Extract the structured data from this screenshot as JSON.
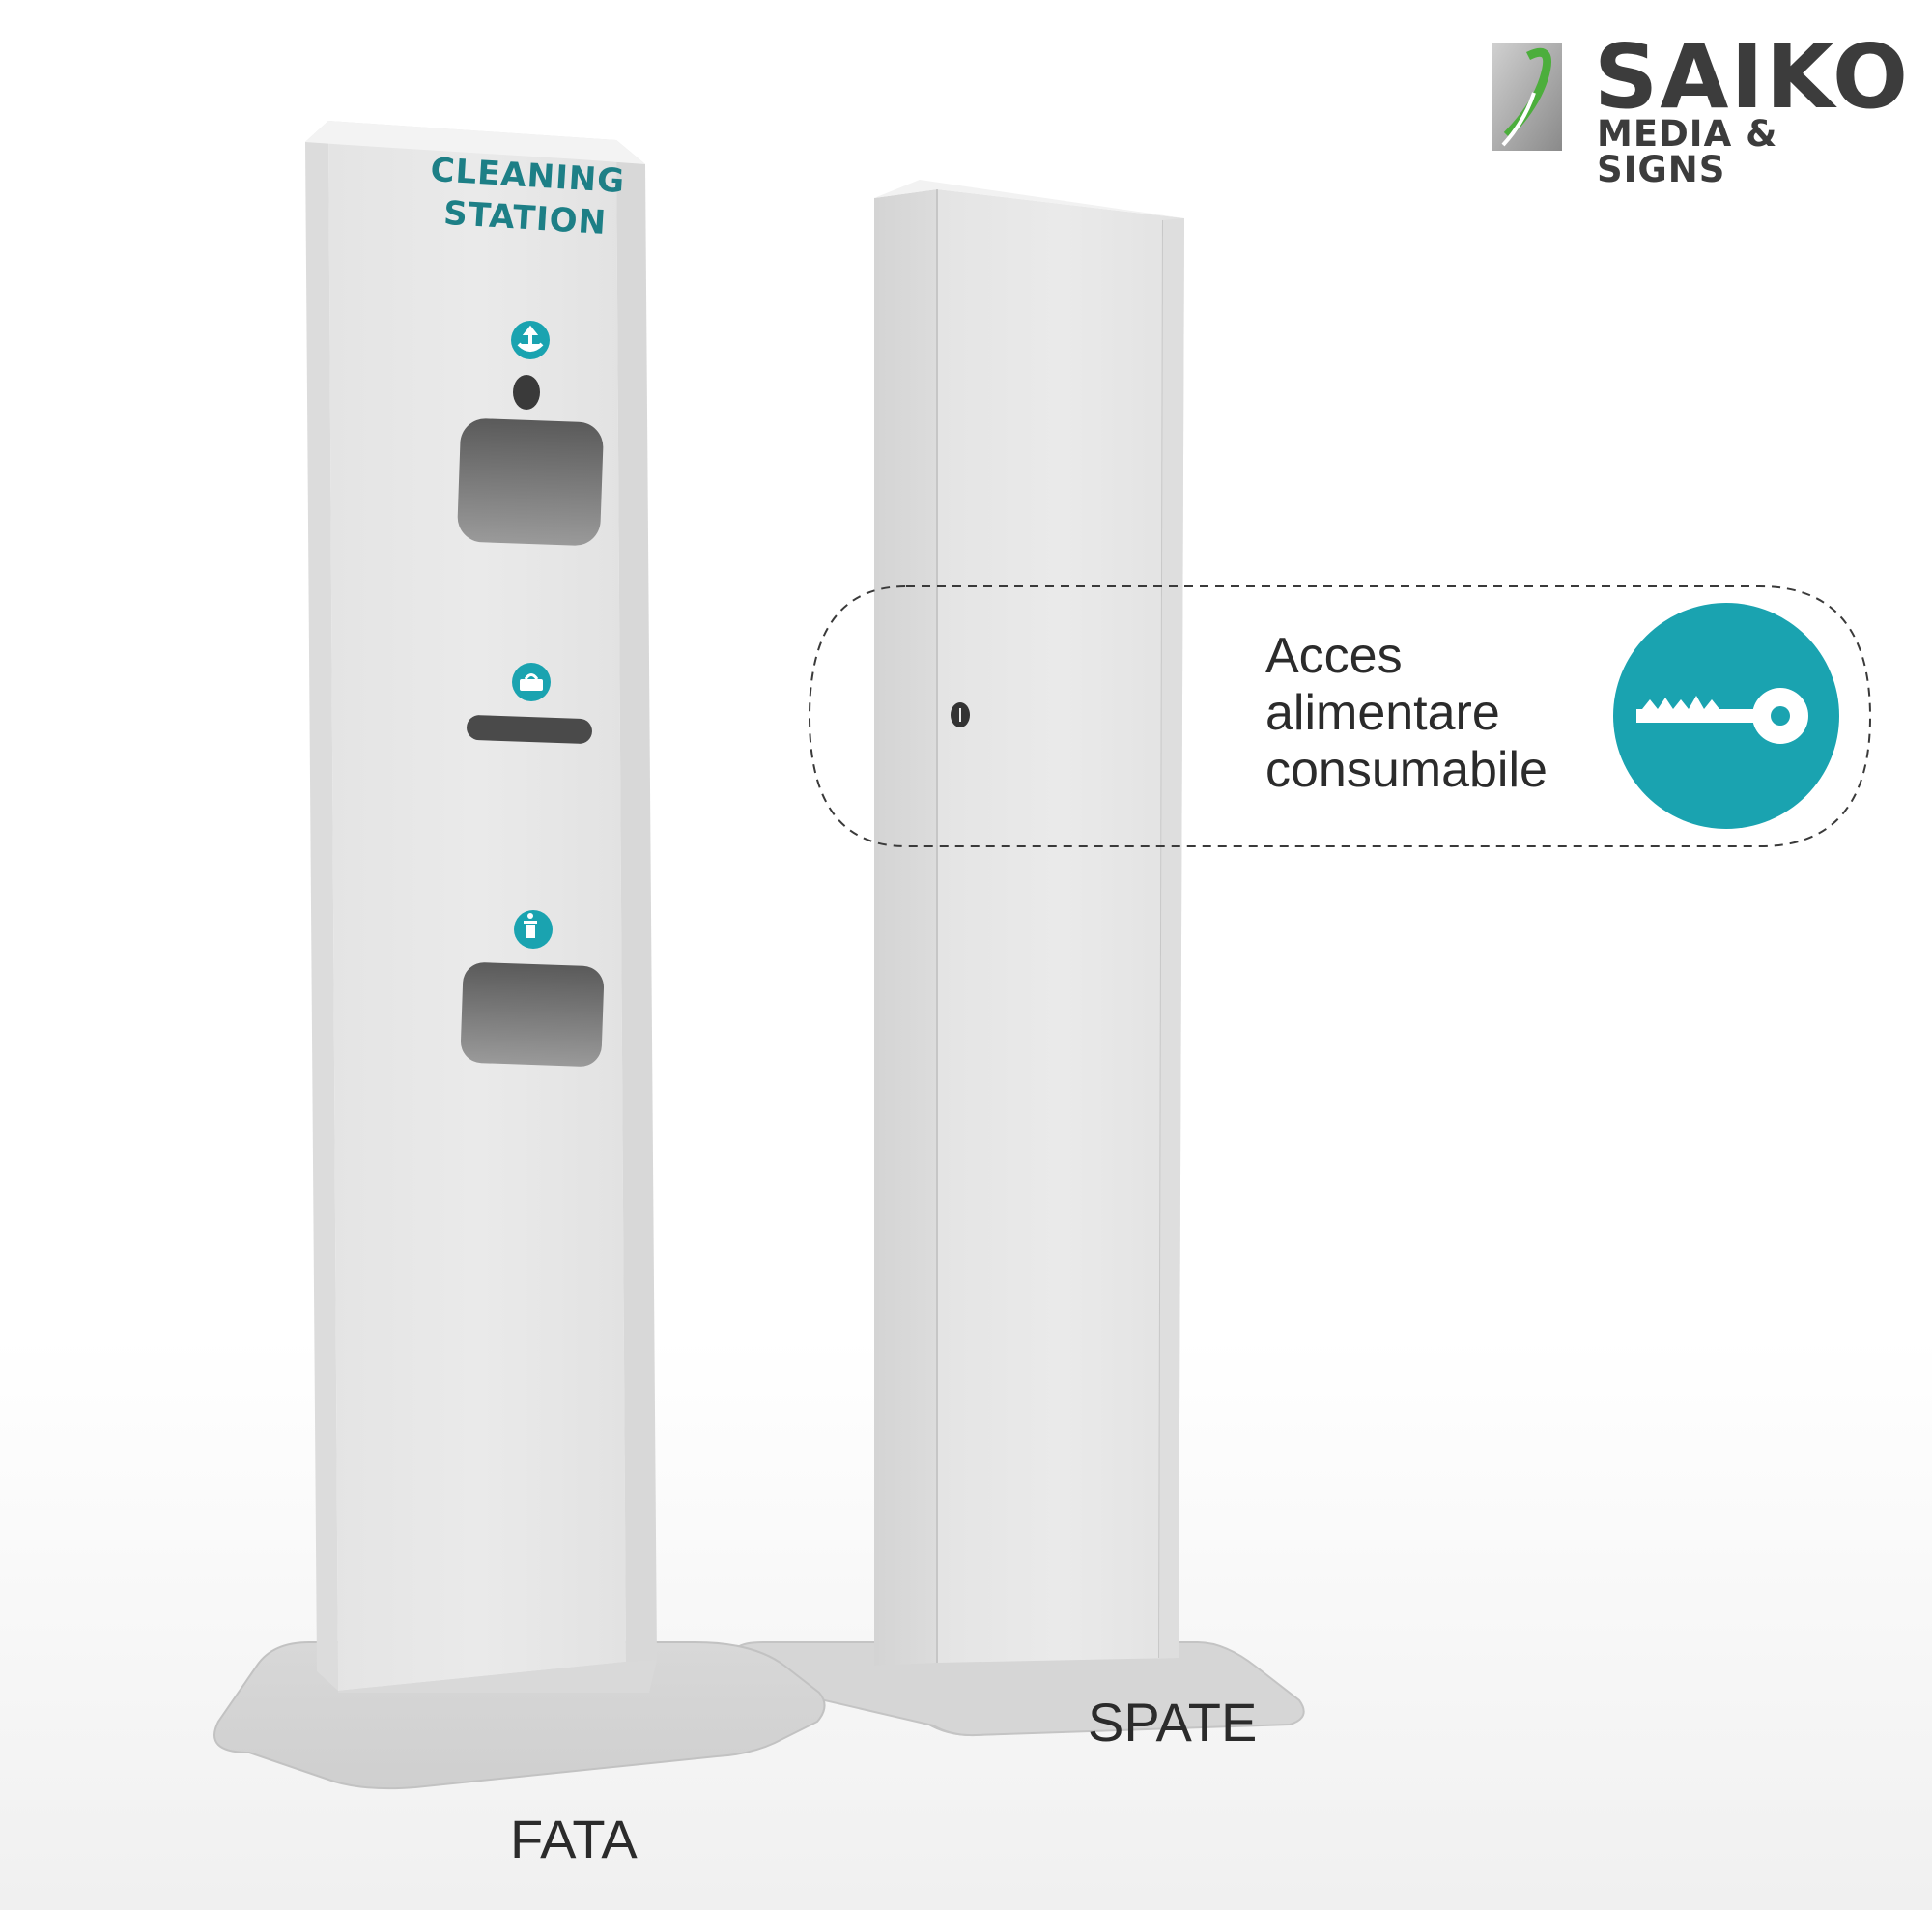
{
  "brand": {
    "name": "SAIKO",
    "tagline": "MEDIA & SIGNS",
    "logo_icon": "saiko-swoosh-logo"
  },
  "front_unit": {
    "title_lines": [
      "CLEANING",
      "STATION"
    ],
    "icons": [
      "hand-sanitizer-icon",
      "wipes-box-icon",
      "trash-bin-icon"
    ],
    "caption": "FATA"
  },
  "back_unit": {
    "caption": "SPATE"
  },
  "callout": {
    "text_lines": [
      "Acces",
      "alimentare",
      "consumabile"
    ],
    "icon": "key-icon"
  },
  "colors": {
    "accent_teal": "#1aa3b0",
    "title_teal": "#1d7f86",
    "logo_green": "#4cae3c",
    "panel": "#e9e9e9"
  }
}
